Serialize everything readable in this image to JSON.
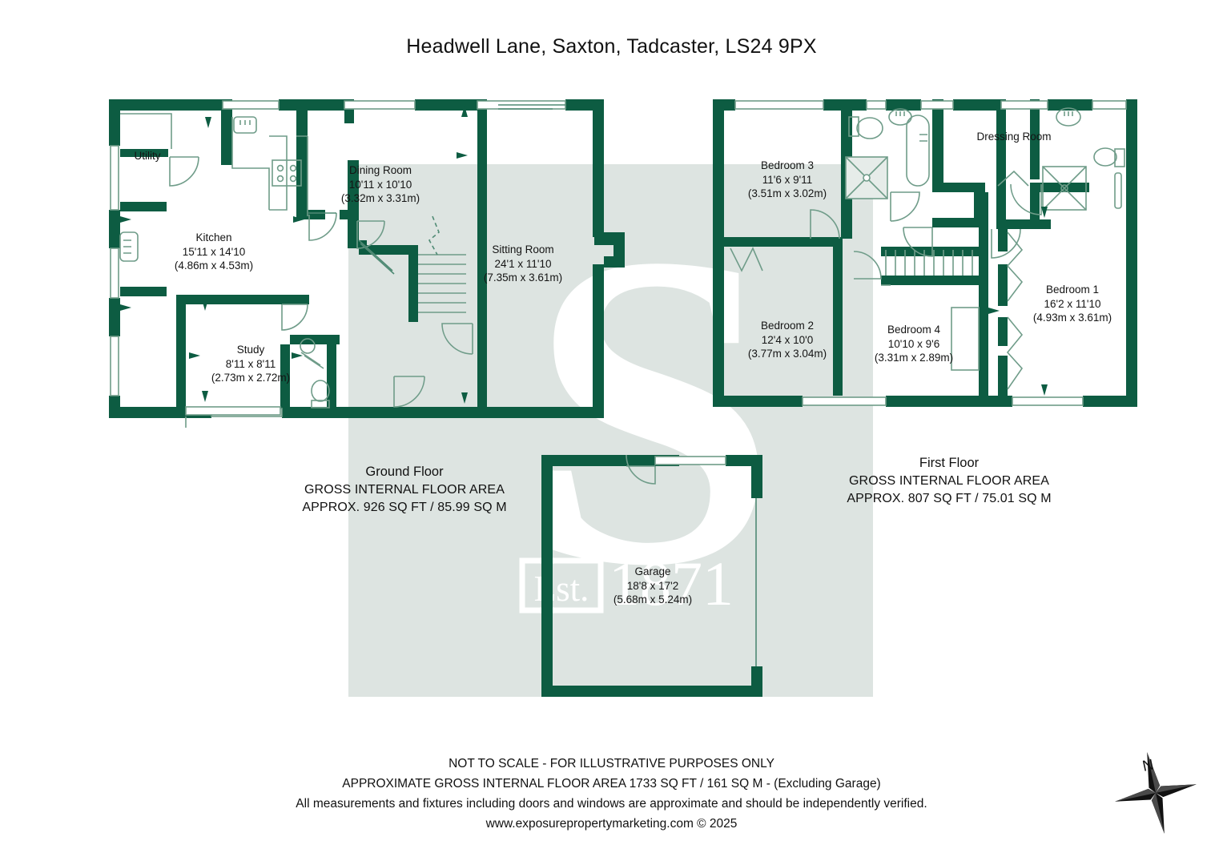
{
  "document": {
    "title": "Headwell Lane, Saxton, Tadcaster, LS24 9PX",
    "type": "floorplan"
  },
  "colors": {
    "wall": "#0d5c42",
    "fixture_stroke": "#4f8a74",
    "watermark_panel": "#dde4e1",
    "watermark_mark": "#ffffff",
    "text": "#141414",
    "page": "#ffffff"
  },
  "watermark": {
    "letter": "S",
    "est_label": "Est.",
    "est_year": "1871"
  },
  "ground_floor": {
    "caption": {
      "title": "Ground Floor",
      "line2": "GROSS INTERNAL FLOOR AREA",
      "line3": "APPROX. 926 SQ FT / 85.99 SQ M"
    },
    "rooms": [
      {
        "name": "Utility",
        "imperial": "",
        "metric": ""
      },
      {
        "name": "Kitchen",
        "imperial": "15'11 x 14'10",
        "metric": "(4.86m x 4.53m)"
      },
      {
        "name": "Dining Room",
        "imperial": "10'11 x 10'10",
        "metric": "(3.32m x 3.31m)"
      },
      {
        "name": "Sitting Room",
        "imperial": "24'1 x 11'10",
        "metric": "(7.35m x 3.61m)"
      },
      {
        "name": "Study",
        "imperial": "8'11 x 8'11",
        "metric": "(2.73m x 2.72m)"
      }
    ]
  },
  "first_floor": {
    "caption": {
      "title": "First Floor",
      "line2": "GROSS INTERNAL FLOOR AREA",
      "line3": "APPROX. 807 SQ FT / 75.01 SQ M"
    },
    "rooms": [
      {
        "name": "Bedroom 3",
        "imperial": "11'6 x 9'11",
        "metric": "(3.51m x 3.02m)"
      },
      {
        "name": "Dressing Room",
        "imperial": "",
        "metric": ""
      },
      {
        "name": "Bedroom 1",
        "imperial": "16'2 x 11'10",
        "metric": "(4.93m x 3.61m)"
      },
      {
        "name": "Bedroom 2",
        "imperial": "12'4 x 10'0",
        "metric": "(3.77m x 3.04m)"
      },
      {
        "name": "Bedroom 4",
        "imperial": "10'10 x 9'6",
        "metric": "(3.31m x 2.89m)"
      }
    ]
  },
  "garage": {
    "name": "Garage",
    "imperial": "18'8 x 17'2",
    "metric": "(5.68m x 5.24m)"
  },
  "footer": {
    "line1": "NOT TO SCALE - FOR ILLUSTRATIVE PURPOSES ONLY",
    "line2": "APPROXIMATE GROSS INTERNAL FLOOR AREA 1733 SQ FT / 161 SQ M - (Excluding Garage)",
    "line3": "All measurements and fixtures including doors and windows are approximate and should be independently verified.",
    "line4": "www.exposurepropertymarketing.com © 2025"
  },
  "compass": {
    "north_label": "N"
  }
}
